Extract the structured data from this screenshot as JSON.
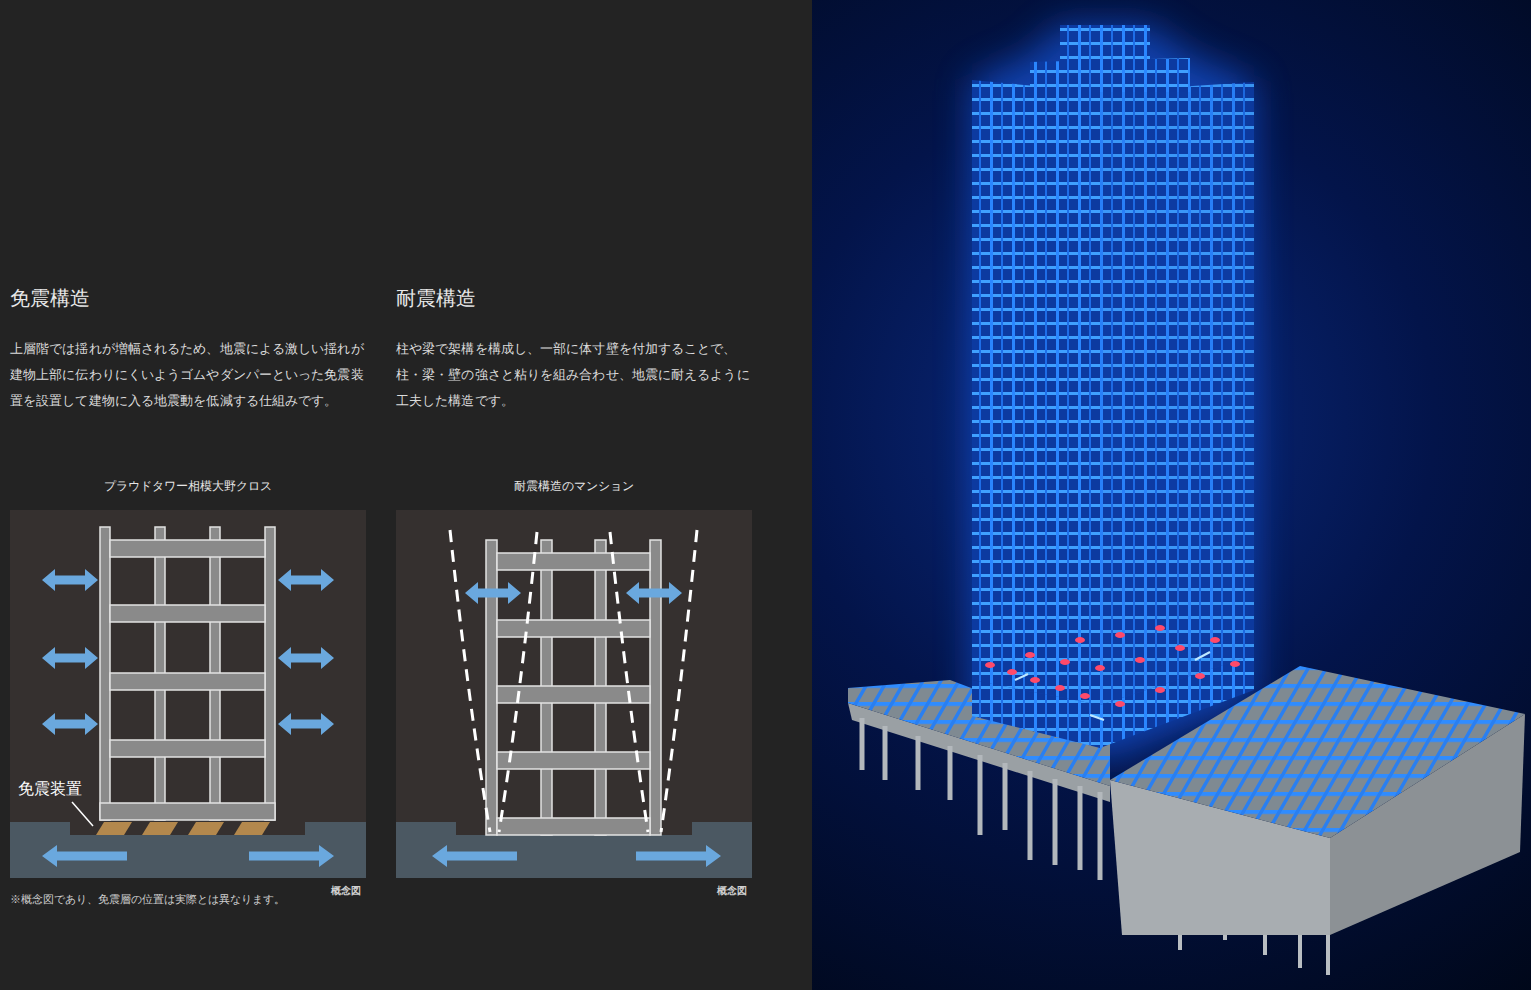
{
  "diagram": {
    "nodes": [
      {
        "text": [
          "プラウドタワー相模大野クロス"
        ]
      },
      {
        "text": [
          "耐震構造のマンション"
        ]
      }
    ],
    "labels": [
      "免震構造",
      "上層階では揺れが増幅されるため、地震による激しい揺れが建物上部に伝わりにくいようゴムやダンパーといった免震装置を設置して建物に入る地震動を低減する仕組みです。",
      "耐震構造",
      "柱や梁で架構を構成し、一部に体寸壁を付加することで、柱・梁・壁の強さと粘りを組み合わせ、地震に耐えるように工夫した構造です。",
      "免震装置",
      "概念図",
      "※概念図であり、免震層の位置は実際とは異なります。",
      "概念図"
    ]
  }
}
